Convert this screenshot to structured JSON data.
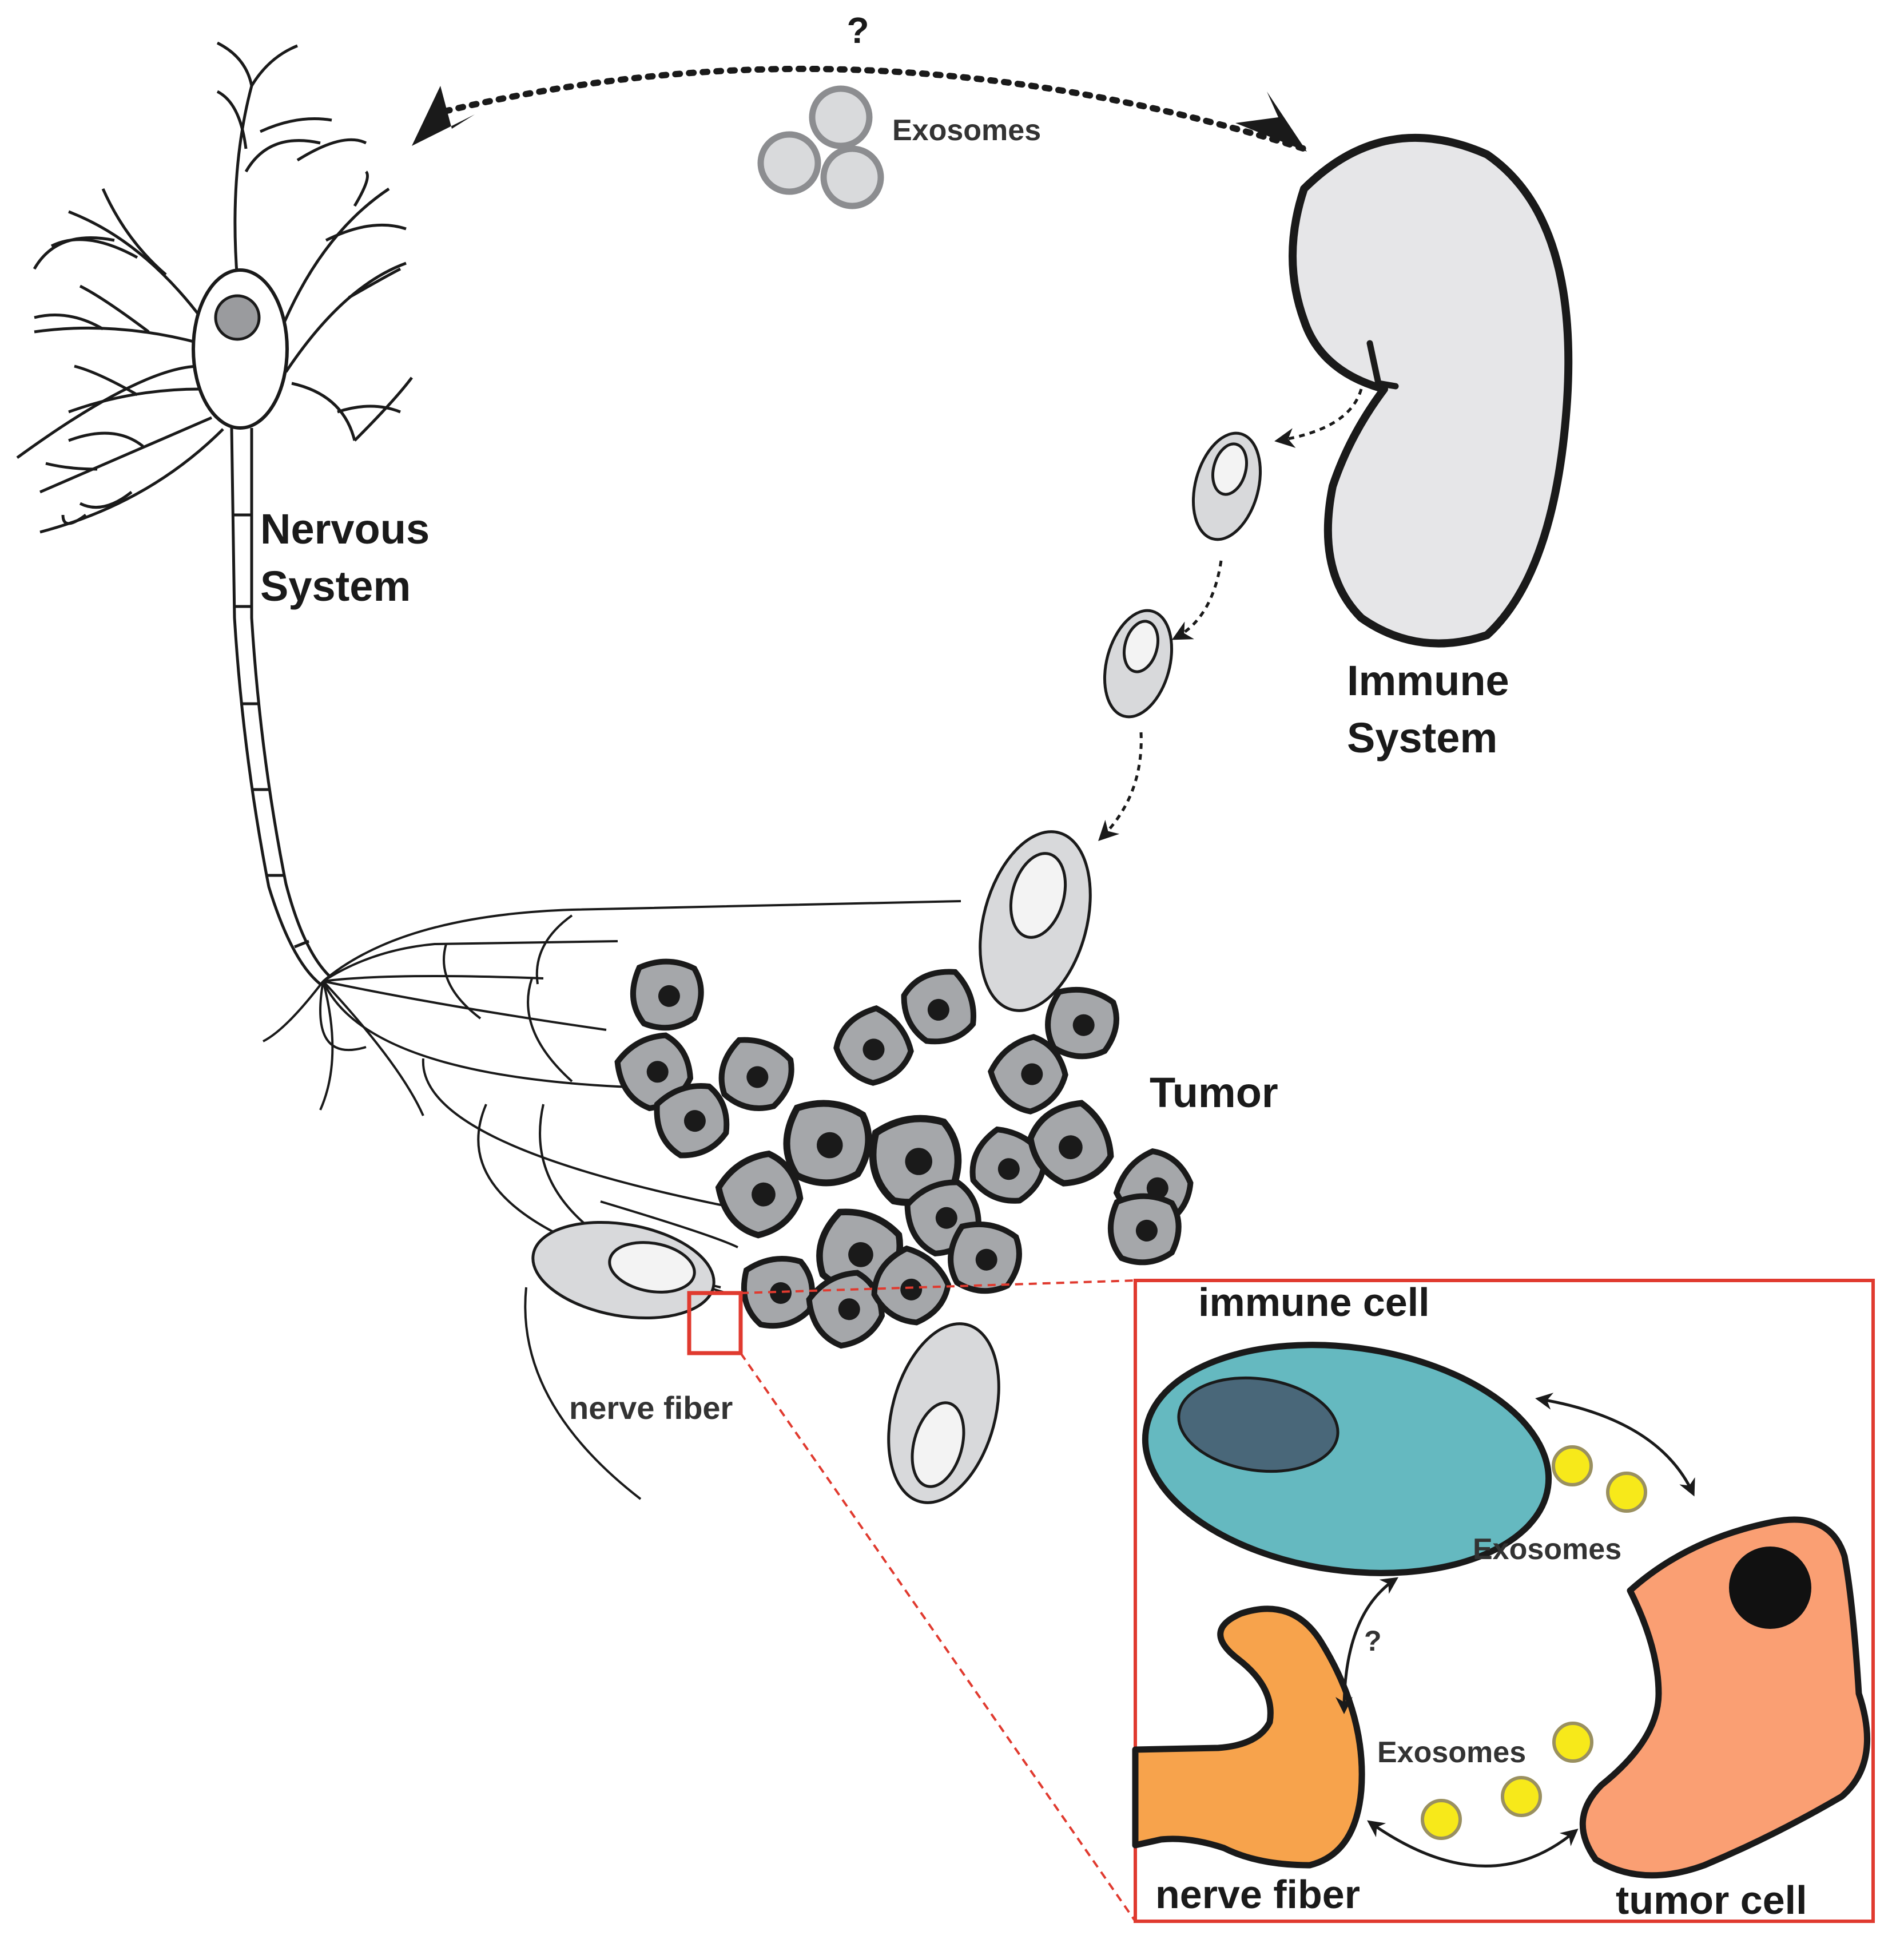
{
  "labels": {
    "question_top": "?",
    "exosomes_top": "Exosomes",
    "nervous_line1": "Nervous",
    "nervous_line2": "System",
    "immune_line1": "Immune",
    "immune_line2": "System",
    "tumor": "Tumor",
    "nerve_fiber_main": "nerve fiber",
    "inset_immune_cell": "immune cell",
    "inset_exosomes_1": "Exosomes",
    "inset_question": "?",
    "inset_exosomes_2": "Exosomes",
    "inset_nerve_fiber": "nerve fiber",
    "inset_tumor_cell": "tumor cell"
  },
  "colors": {
    "outline": "#1a1a1a",
    "spleen_fill": "#e6e6e8",
    "immune_cell_fill": "#d8d9db",
    "immune_cell_nucleus": "#f3f3f3",
    "tumor_cell_fill": "#a5a7aa",
    "neuron_nucleus": "#9a9b9e",
    "exosome_grey": "#d9dadc",
    "highlight_red": "#e03a2f",
    "inset_immune_cell": "#65b9c0",
    "inset_immune_nucleus": "#496779",
    "inset_tumor_cell": "#fa9f73",
    "inset_nerve_fiber": "#f7a34c",
    "inset_exosome": "#f7e91a"
  }
}
